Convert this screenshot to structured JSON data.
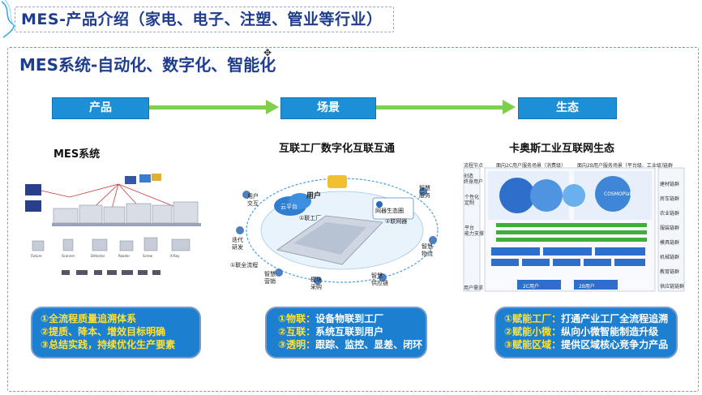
{
  "top_title": "MES-产品介绍（家电、电子、注塑、管业等行业）",
  "main_title": "MES系统-自动化、数字化、智能化",
  "columns": {
    "product": "产品",
    "scene": "场景",
    "ecosystem": "生态"
  },
  "subtitles": {
    "left": "MES系统",
    "middle": "互联工厂数字化互联互通",
    "right": "卡奥斯工业互联网生态"
  },
  "diagram_labels": {
    "user": "用户",
    "user_interaction": "用户\n交互",
    "cloud_platform": "云平台",
    "connected_factory": "①联工厂",
    "net_ecology": "网器生态圈",
    "connected_machine": "②联网器",
    "smart_service": "智慧\n服务",
    "iterative_rd": "迭代\n研发",
    "full_process": "①联全流程",
    "smart_marketing": "智慧\n营销",
    "modular_purchase": "模块\n采购",
    "smart_supply": "智慧\n供应链",
    "smart_logistics": "智慧\n物流"
  },
  "eco_labels": {
    "flow_node": "流程节点",
    "c2c": "面向2C用户服务场景（消费级）",
    "b2b": "面向2B用户服务场景（平台级、工业级）",
    "industry_group": "链群",
    "create_demand": "创造\n终身用户",
    "personal_custom": "个性化\n定制",
    "platform_support": "平台\n能力支撑",
    "user_demand": "用户需求",
    "cosmoplat": "COSMOPlat",
    "users_2c": "2C用户",
    "users_2b": "2B用户",
    "right_list": [
      "建材链群",
      "房车链群",
      "农业链群",
      "服装链群",
      "模具链群",
      "机械链群",
      "教育链群",
      "供应链链群"
    ]
  },
  "bottom": {
    "left": [
      "①全流程质量追溯体系",
      "②提质、降本、增效目标明确",
      "③总结实践，持续优化生产要素"
    ],
    "middle": [
      {
        "k": "①物联：",
        "v": "设备物联到工厂"
      },
      {
        "k": "②互联：",
        "v": "系统互联到用户"
      },
      {
        "k": "③透明：",
        "v": "跟踪、监控、显差、闭环"
      }
    ],
    "right": [
      {
        "k": "①赋能工厂：",
        "v": "打通产业工厂全流程追溯"
      },
      {
        "k": "②赋能小微：",
        "v": "纵向小微智能制造升级"
      },
      {
        "k": "③赋能区域：",
        "v": "提供区域核心竞争力产品"
      }
    ]
  },
  "colors": {
    "title_blue": "#1f3d8f",
    "header_blue": "#1d8fd6",
    "arrow_green": "#7fcf4a",
    "box_blue": "#1c7fcf",
    "highlight_yellow": "#ffe233",
    "panel_border": "#e2797b"
  }
}
